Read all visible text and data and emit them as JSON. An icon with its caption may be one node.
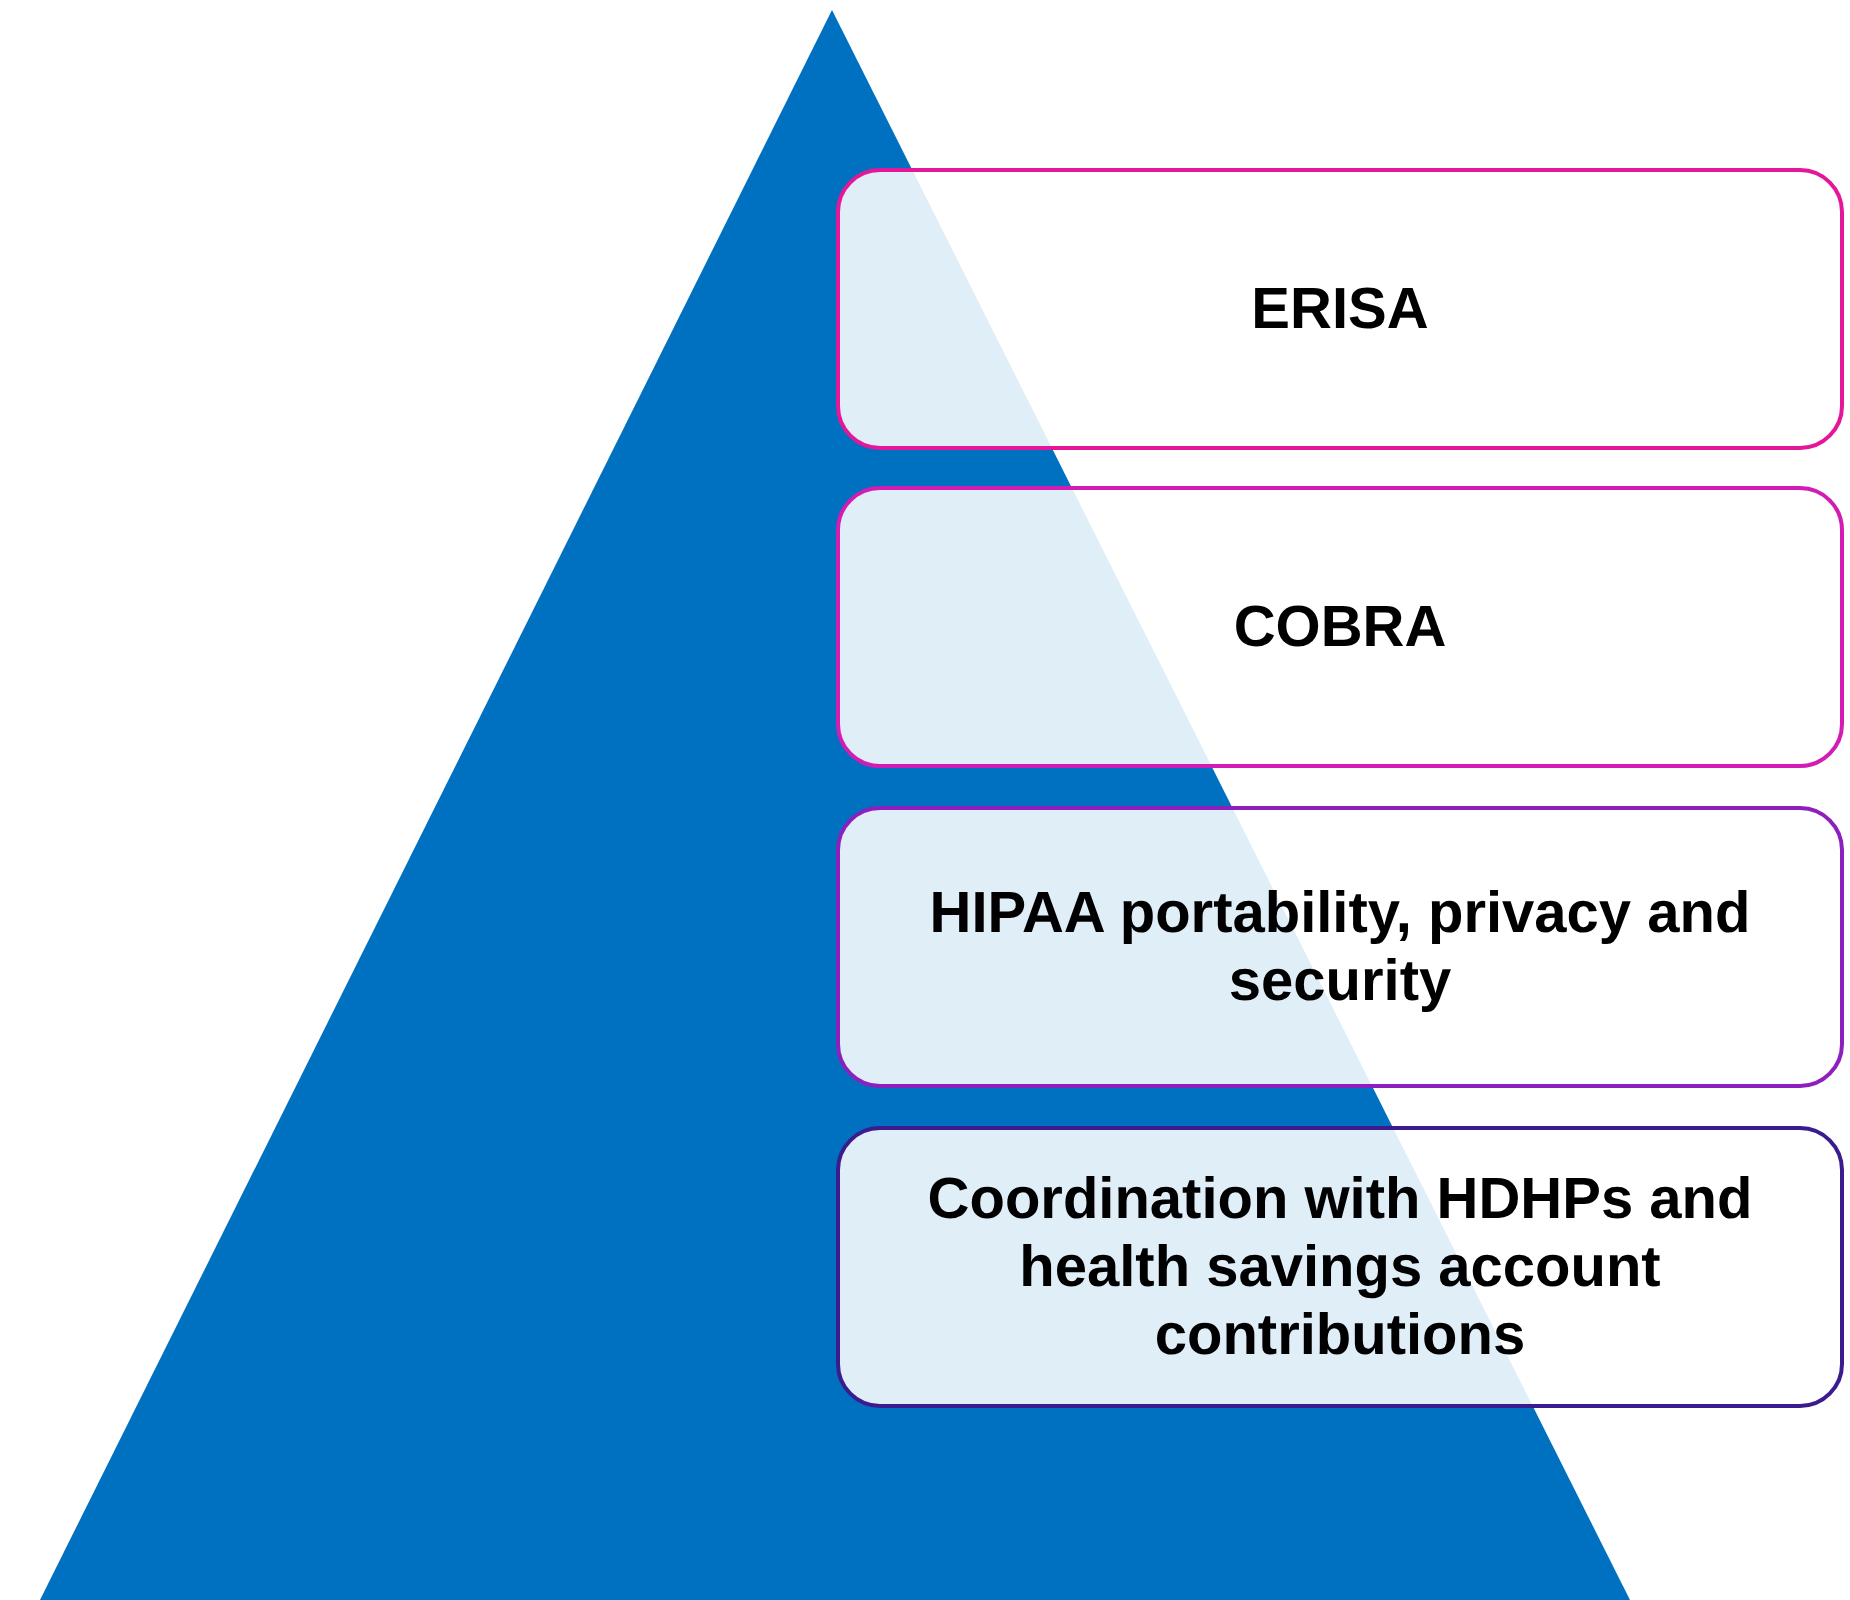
{
  "diagram": {
    "nodes": [
      {
        "text": [
          "ERISA"
        ]
      },
      {
        "text": [
          "COBRA"
        ]
      },
      {
        "text": [
          "HIPAA portability, privacy and security"
        ]
      },
      {
        "text": [
          "Coordination with HDHPs and health savings account contributions"
        ]
      }
    ]
  }
}
